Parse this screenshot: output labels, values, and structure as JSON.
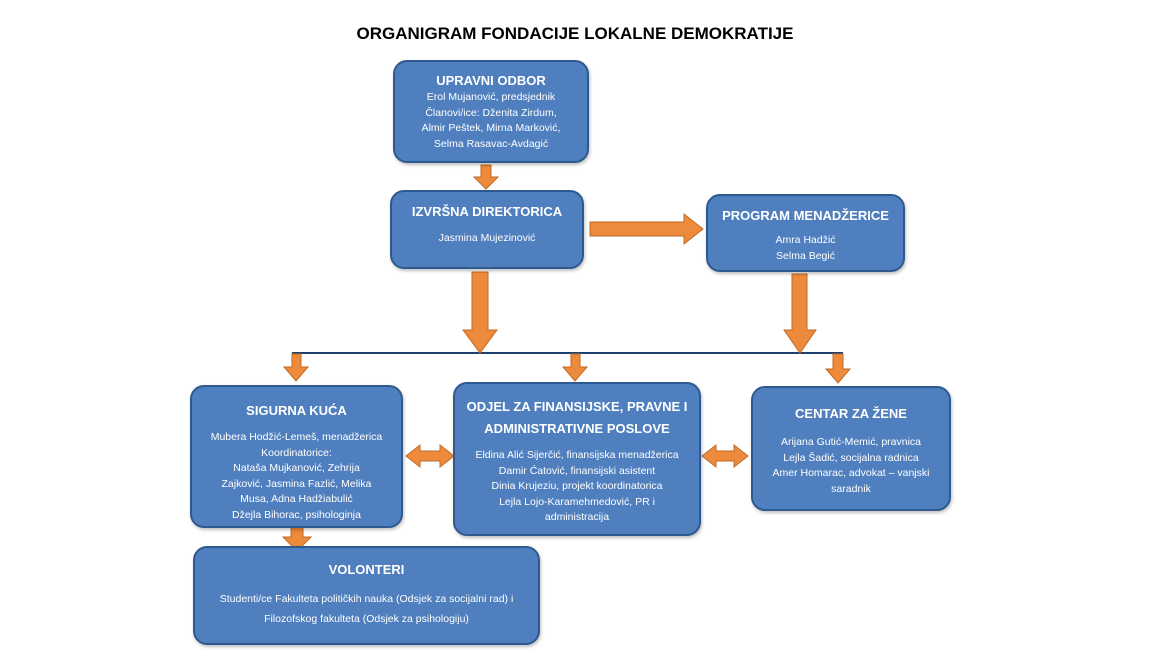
{
  "title": "ORGANIGRAM FONDACIJE LOKALNE DEMOKRATIJE",
  "colors": {
    "box_fill": "#4f7fbe",
    "box_border": "#2e5a8f",
    "arrow_fill": "#ed8a3c",
    "arrow_border": "#c06a24",
    "connector": "#1f3f6e"
  },
  "upravni_odbor": {
    "heading": "UPRAVNI ODBOR",
    "lines": [
      "Erol Mujanović, predsjednik",
      "Članovi/ice: Dženita Zirdum,",
      "Almir Peštek, Mirna Marković,",
      "Selma Rasavac-Avdagić"
    ]
  },
  "izvrsna_direktorica": {
    "heading": "IZVRŠNA DIREKTORICA",
    "lines": [
      "Jasmina Mujezinović"
    ]
  },
  "program_menadzerice": {
    "heading": "PROGRAM MENADŽERICE",
    "lines": [
      "Amra Hadžić",
      "Selma Begić"
    ]
  },
  "sigurna_kuca": {
    "heading": "SIGURNA KUĆA",
    "lines": [
      "Mubera Hodžić-Lemeš, menadžerica",
      "Koordinatorice:",
      "Nataša Mujkanović, Zehrija",
      "Zajković, Jasmina Fazlić, Melika",
      "Musa, Adna Hadžiabulić",
      "Džejla Bihorac, psihologinja"
    ]
  },
  "odjel": {
    "heading_lines": [
      "ODJEL ZA FINANSIJSKE, PRAVNE I",
      "ADMINISTRATIVNE POSLOVE"
    ],
    "lines": [
      "Eldina Alić Sijerčić, finansijska menadžerica",
      "Damir Ćatović, finansijski asistent",
      "Dinia Krujeziu, projekt koordinatorica",
      "Lejla Lojo-Karamehmedović, PR i",
      "administracija"
    ]
  },
  "centar_za_zene": {
    "heading": "CENTAR ZA ŽENE",
    "lines": [
      "Arijana Gutić-Memić, pravnica",
      "Lejla Šadić, socijalna radnica",
      "Amer Homarac, advokat – vanjski",
      "saradnik"
    ]
  },
  "volonteri": {
    "heading": "VOLONTERI",
    "lines": [
      "Studenti/ce Fakulteta političkih nauka (Odsjek za socijalni rad) i",
      "Filozofskog fakulteta (Odsjek za psihologiju)"
    ]
  }
}
